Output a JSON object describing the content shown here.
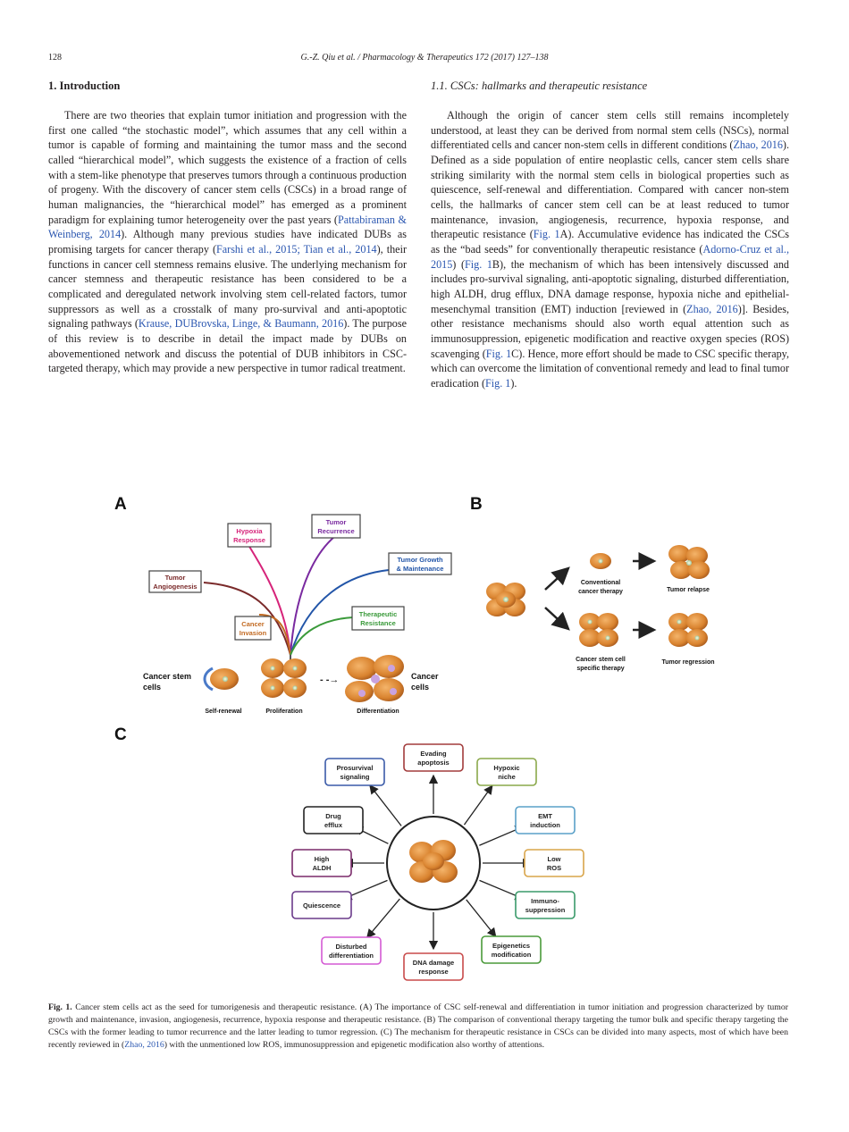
{
  "header": {
    "page_number": "128",
    "citation": "G.-Z. Qiu et al. / Pharmacology & Therapeutics 172 (2017) 127–138"
  },
  "intro": {
    "heading": "1. Introduction",
    "p1_a": "There are two theories that explain tumor initiation and progression with the first one called “the stochastic model”, which assumes that any cell within a tumor is capable of forming and maintaining the tumor mass and the second called “hierarchical model”, which suggests the existence of a fraction of cells with a stem-like phenotype that preserves tumors through a continuous production of progeny. With the discovery of cancer stem cells (CSCs) in a broad range of human malignancies, the “hierarchical model” has emerged as a prominent paradigm for explaining tumor heterogeneity over the past years (",
    "ref1": "Pattabiraman & Weinberg, 2014",
    "p1_b": "). Although many previous studies have indicated DUBs as promising targets for cancer therapy (",
    "ref2": "Farshi et al., 2015; Tian et al., 2014",
    "p1_c": "), their functions in cancer cell stemness remains elusive. The underlying mechanism for cancer stemness and therapeutic resistance has been considered to be a complicated and deregulated network involving stem cell-related factors, tumor suppressors as well as a crosstalk of many pro-survival and anti-apoptotic signaling pathways (",
    "ref3": "Krause, DUBrovska, Linge, & Baumann, 2016",
    "p1_d": "). The purpose of this review is to describe in detail the impact made by DUBs on abovementioned network and discuss the potential of DUB inhibitors in CSC-targeted therapy, which may provide a new perspective in tumor radical treatment."
  },
  "section11": {
    "heading": "1.1. CSCs: hallmarks and therapeutic resistance",
    "t1": "Although the origin of cancer stem cells still remains incompletely understood, at least they can be derived from normal stem cells (NSCs), normal differentiated cells and cancer non-stem cells in different conditions (",
    "r1": "Zhao, 2016",
    "t2": "). Defined as a side population of entire neoplastic cells, cancer stem cells share striking similarity with the normal stem cells in biological properties such as quiescence, self-renewal and differentiation. Compared with cancer non-stem cells, the hallmarks of cancer stem cell can be at least reduced to tumor maintenance, invasion, angiogenesis, recurrence, hypoxia response, and therapeutic resistance (",
    "r2": "Fig. 1",
    "t3": "A). Accumulative evidence has indicated the CSCs as the “bad seeds” for conventionally therapeutic resistance (",
    "r3": "Adorno-Cruz et al., 2015",
    "t4": ") (",
    "r4": "Fig. 1",
    "t5": "B), the mechanism of which has been intensively discussed and includes pro-survival signaling, anti-apoptotic signaling, disturbed differentiation, high ALDH, drug efflux, DNA damage response, hypoxia niche and epithelial-mesenchymal transition (EMT) induction [reviewed in (",
    "r5": "Zhao, 2016",
    "t6": ")]. Besides, other resistance mechanisms should also worth equal attention such as immunosuppression, epigenetic modification and reactive oxygen species (ROS) scavenging (",
    "r6": "Fig. 1",
    "t7": "C). Hence, more effort should be made to CSC specific therapy, which can overcome the limitation of conventional remedy and lead to final tumor eradication (",
    "r7": "Fig. 1",
    "t8": ")."
  },
  "figure": {
    "panel_a": {
      "letter": "A",
      "branches": [
        "Hypoxia Response",
        "Tumor Recurrence",
        "Tumor Growth & Maintenance",
        "Tumor Angiogenesis",
        "Cancer Invasion",
        "Therapeutic Resistance"
      ],
      "branch_colors": [
        "#d6247a",
        "#7a2aa0",
        "#2255a8",
        "#7a2a2a",
        "#c26a22",
        "#3a9a3a"
      ],
      "stem_label_1": "Cancer stem",
      "stem_label_2": "cells",
      "cancer_label_1": "Cancer",
      "cancer_label_2": "cells",
      "steps": [
        "Self-renewal",
        "Proliferation",
        "Differentiation"
      ]
    },
    "panel_b": {
      "letter": "B",
      "conventional_1": "Conventional",
      "conventional_2": "cancer therapy",
      "relapse": "Tumor relapse",
      "specific_1": "Cancer stem cell",
      "specific_2": "specific therapy",
      "regression": "Tumor regression"
    },
    "panel_c": {
      "letter": "C",
      "boxes": [
        {
          "line1": "Evading",
          "line2": "apoptosis",
          "color": "#a23b3b"
        },
        {
          "line1": "Hypoxic",
          "line2": "niche",
          "color": "#8aa84a"
        },
        {
          "line1": "EMT",
          "line2": "induction",
          "color": "#5aa0c8"
        },
        {
          "line1": "Low",
          "line2": "ROS",
          "color": "#d9a54a"
        },
        {
          "line1": "Immuno-",
          "line2": "suppression",
          "color": "#3a9a6a"
        },
        {
          "line1": "Epigenetics",
          "line2": "modification",
          "color": "#4a9a3a"
        },
        {
          "line1": "DNA damage",
          "line2": "response",
          "color": "#c84a4a"
        },
        {
          "line1": "Disturbed",
          "line2": "differentiation",
          "color": "#d45ad4"
        },
        {
          "line1": "Quiescence",
          "line2": "",
          "color": "#6a3a8a"
        },
        {
          "line1": "High",
          "line2": "ALDH",
          "color": "#7a2a6a"
        },
        {
          "line1": "Drug",
          "line2": "efflux",
          "color": "#222222"
        },
        {
          "line1": "Prosurvival",
          "line2": "signaling",
          "color": "#3a5aa8"
        }
      ]
    }
  },
  "caption": {
    "label": "Fig. 1.",
    "text_a": " Cancer stem cells act as the seed for tumorigenesis and therapeutic resistance. (A) The importance of CSC self-renewal and differentiation in tumor initiation and progression characterized by tumor growth and maintenance, invasion, angiogenesis, recurrence, hypoxia response and therapeutic resistance. (B) The comparison of conventional therapy targeting the tumor bulk and specific therapy targeting the CSCs with the former leading to tumor recurrence and the latter leading to tumor regression. (C) The mechanism for therapeutic resistance in CSCs can be divided into many aspects, most of which have been recently reviewed in (",
    "ref": "Zhao, 2016",
    "text_b": ") with the unmentioned low ROS, immunosuppression and epigenetic modification also worthy of attentions."
  }
}
